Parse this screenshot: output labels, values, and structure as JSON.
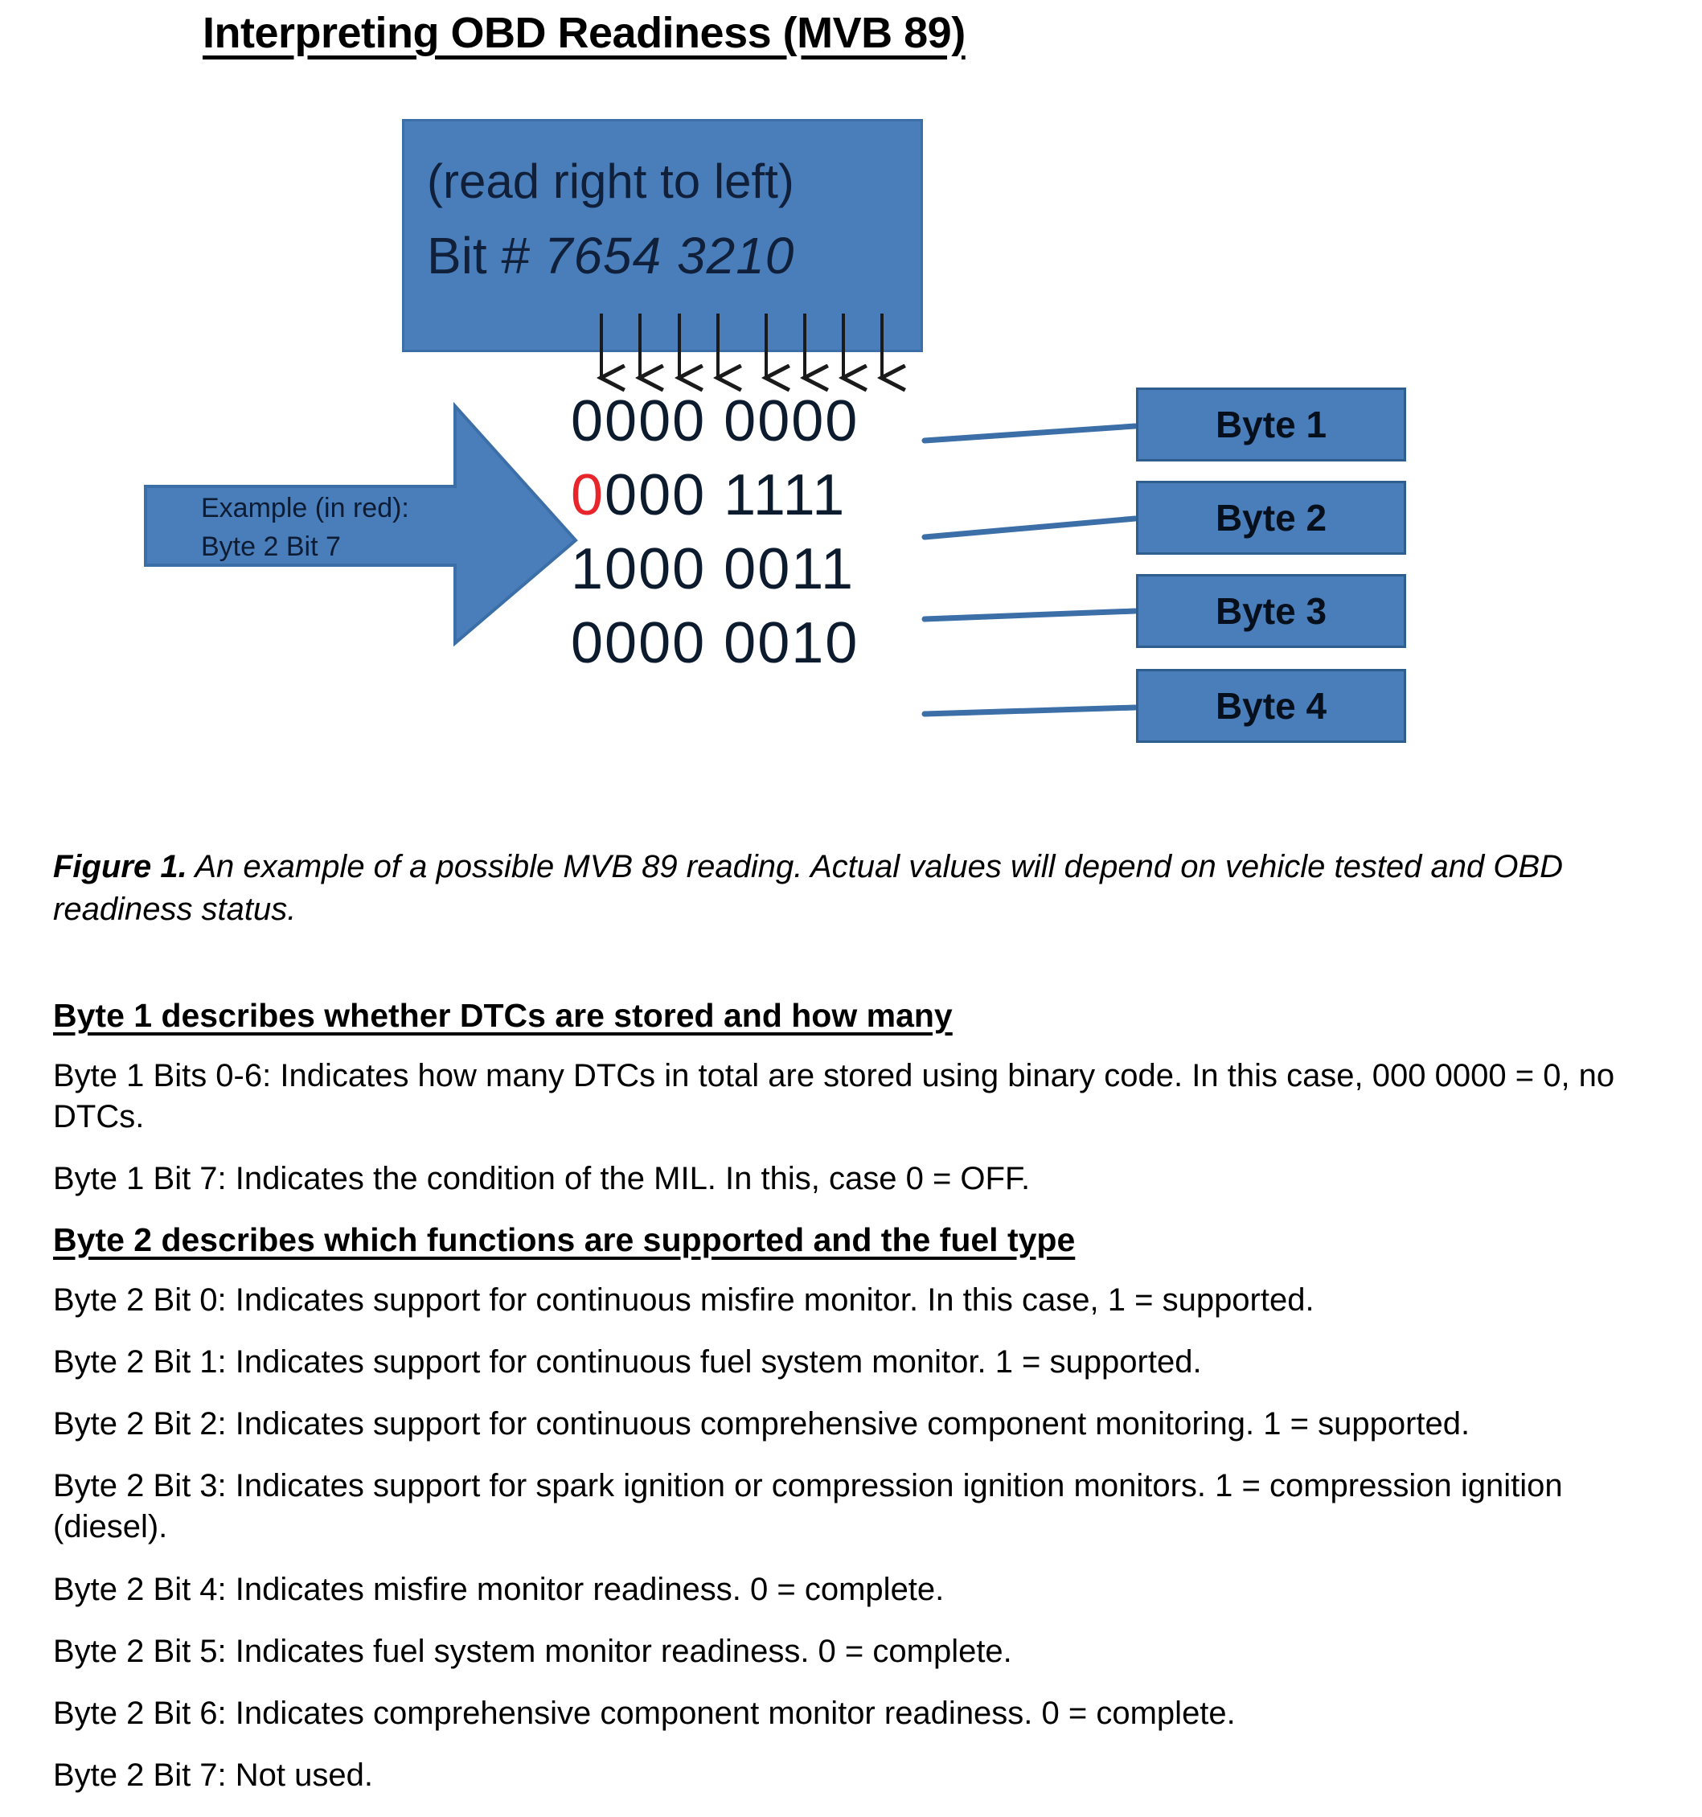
{
  "title": "Interpreting OBD Readiness (MVB 89)",
  "figure": {
    "bit_header": {
      "line1": "(read right to left)",
      "line2_label": "Bit # ",
      "line2_bits": "7654 3210"
    },
    "example_callout": {
      "line1": "Example (in red):",
      "line2": "Byte 2 Bit 7"
    },
    "binary_rows": [
      {
        "red_prefix": "",
        "text": "0000 0000"
      },
      {
        "red_prefix": "0",
        "text": "000 1111"
      },
      {
        "red_prefix": "",
        "text": "1000 0011"
      },
      {
        "red_prefix": "",
        "text": "0000 0010"
      }
    ],
    "byte_boxes": [
      {
        "label": "Byte 1"
      },
      {
        "label": "Byte 2"
      },
      {
        "label": "Byte 3"
      },
      {
        "label": "Byte 4"
      }
    ],
    "colors": {
      "box_fill": "#4A7EBB",
      "box_border": "#2E5E8E",
      "connector_line": "#3C6FA8",
      "red_bit": "#E8252B",
      "arrow_stroke": "#1A1A1A"
    }
  },
  "caption": {
    "lead": "Figure 1.",
    "text": " An example of a possible MVB 89 reading. Actual values will depend on vehicle tested and OBD readiness status."
  },
  "body": {
    "byte1_heading": "Byte 1 describes whether DTCs are stored and how many",
    "byte1_lines": [
      "Byte 1 Bits 0-6:  Indicates how many DTCs in total are stored using binary code. In this case, 000 0000 = 0, no DTCs.",
      "Byte 1 Bit 7:  Indicates the condition of the MIL. In this, case 0 = OFF."
    ],
    "byte2_heading": "Byte 2 describes which functions are supported and the fuel type",
    "byte2_lines": [
      "Byte 2 Bit 0:  Indicates support for continuous misfire monitor. In this case, 1 = supported.",
      "Byte 2 Bit 1:  Indicates support for continuous fuel system monitor. 1 = supported.",
      "Byte 2 Bit 2:  Indicates support for continuous comprehensive component monitoring. 1 = supported.",
      "Byte 2 Bit 3:  Indicates support for spark ignition or compression ignition monitors. 1 = compression ignition (diesel).",
      "Byte 2 Bit 4:  Indicates misfire monitor readiness. 0 = complete.",
      "Byte 2 Bit 5:  Indicates fuel system monitor readiness. 0 = complete.",
      "Byte 2 Bit 6:  Indicates comprehensive component monitor readiness. 0 = complete.",
      "Byte 2 Bit 7:  Not used."
    ]
  }
}
